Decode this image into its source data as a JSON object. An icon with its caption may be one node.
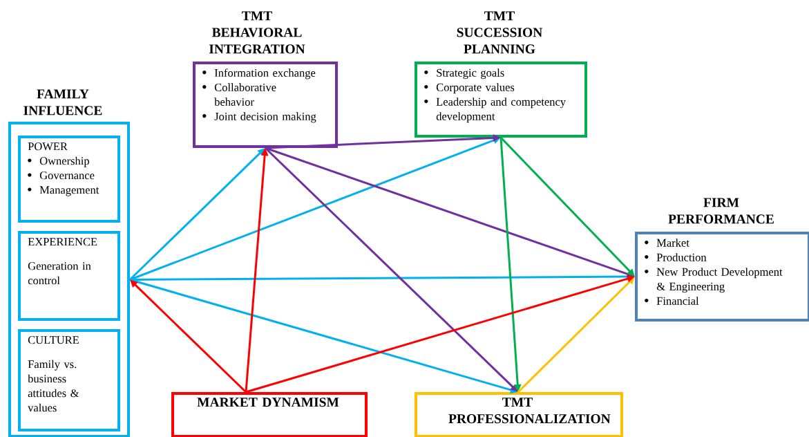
{
  "diagram": {
    "nodes": [
      {
        "text": [
          "FAMILY INFLUENCE"
        ]
      },
      {
        "text": [
          "POWER",
          "Ownership",
          "Governance",
          "Management"
        ],
        "in": 0
      },
      {
        "text": [
          "EXPERIENCE",
          "Generation in control"
        ],
        "in": 0
      },
      {
        "text": [
          "CULTURE",
          "Family vs. business attitudes & values"
        ],
        "in": 0
      },
      {
        "text": [
          "TMT BEHAVIORAL INTEGRATION",
          "Information exchange",
          "Collaborative behavior",
          "Joint decision making"
        ]
      },
      {
        "text": [
          "TMT SUCCESSION PLANNING",
          "Strategic goals",
          "Corporate values",
          "Leadership and competency development"
        ]
      },
      {
        "text": [
          "FIRM PERFORMANCE",
          "Market",
          "Production",
          "New Product Development & Engineering",
          "Financial"
        ]
      },
      {
        "text": [
          "MARKET DYNAMISM"
        ]
      },
      {
        "text": [
          "TMT PROFESSIONALIZATION"
        ]
      }
    ],
    "edges": [
      {
        "from": 0,
        "to": 4,
        "arrow": "to"
      },
      {
        "from": 0,
        "to": 5,
        "arrow": "to"
      },
      {
        "from": 0,
        "to": 6,
        "arrow": "to"
      },
      {
        "from": 0,
        "to": 8,
        "arrow": "to"
      },
      {
        "from": 4,
        "to": 5,
        "arrow": "to",
        "color": "#7030a0"
      },
      {
        "from": 4,
        "to": 6,
        "arrow": "to",
        "color": "#7030a0"
      },
      {
        "from": 4,
        "to": 8,
        "arrow": "to",
        "color": "#7030a0"
      },
      {
        "from": 5,
        "to": 6,
        "arrow": "to",
        "color": "#00b050"
      },
      {
        "from": 5,
        "to": 8,
        "arrow": "to",
        "color": "#00b050"
      },
      {
        "from": 8,
        "to": 6,
        "arrow": "to",
        "color": "#ffc000"
      },
      {
        "from": 7,
        "to": 0,
        "arrow": "to",
        "color": "#ff0000"
      },
      {
        "from": 7,
        "to": 4,
        "arrow": "to",
        "color": "#ff0000"
      },
      {
        "from": 7,
        "to": 6,
        "arrow": "to",
        "color": "#ff0000"
      }
    ]
  }
}
